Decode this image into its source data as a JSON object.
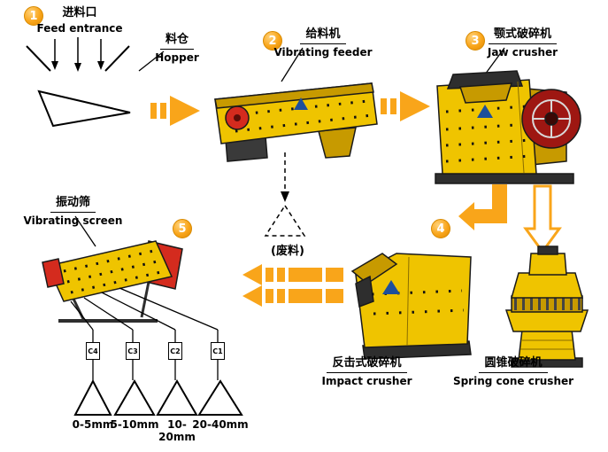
{
  "colors": {
    "accent": "#F9A51A",
    "machine": "#EFC400",
    "machine_dark": "#C79A00",
    "red": "#D42B1E",
    "dark_red": "#8E1B15",
    "blue": "#1D4F9C"
  },
  "stages": {
    "feed": {
      "badge": "1",
      "cn": "进料口",
      "en": "Feed entrance"
    },
    "hopper": {
      "cn": "料仓",
      "en": "Hopper"
    },
    "feeder": {
      "badge": "2",
      "cn": "给料机",
      "en": "Vibrating feeder"
    },
    "jaw": {
      "badge": "3",
      "cn": "颚式破碎机",
      "en": "Jaw crusher"
    },
    "crushers": {
      "badge": "4"
    },
    "impact": {
      "cn": "反击式破碎机",
      "en": "Impact crusher"
    },
    "cone": {
      "cn": "圆锥破碎机",
      "en": "Spring cone crusher"
    },
    "screen": {
      "badge": "5",
      "cn": "振动筛",
      "en": "Vibrating screen"
    },
    "waste": {
      "label": "(废料)"
    }
  },
  "conveyors": [
    {
      "id": "C4"
    },
    {
      "id": "C3"
    },
    {
      "id": "C2"
    },
    {
      "id": "C1"
    }
  ],
  "outputs": [
    {
      "size": "0-5mm"
    },
    {
      "size": "5-10mm"
    },
    {
      "size": "10-20mm"
    },
    {
      "size": "20-40mm"
    }
  ]
}
